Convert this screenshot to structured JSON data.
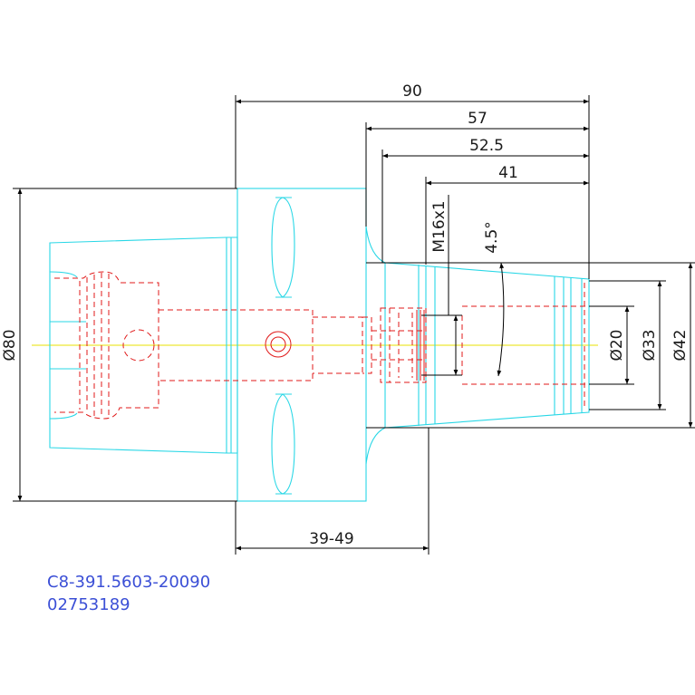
{
  "dimensions": {
    "overall_length": "90",
    "len_57": "57",
    "len_52_5": "52.5",
    "len_41": "41",
    "thread": "M16x1",
    "angle": "4.5°",
    "dia_80": "Ø80",
    "dia_20": "Ø20",
    "dia_33": "Ø33",
    "dia_42": "Ø42",
    "adjust_range": "39-49"
  },
  "title_block": {
    "part_code": "C8-391.5603-20090",
    "item_number": "02753189"
  },
  "colors": {
    "body_outline": "#28d7e6",
    "hidden_lines": "#e01818",
    "center_axis": "#e8e000",
    "dimension_lines": "#000000",
    "code_text": "#3b4fd6"
  }
}
